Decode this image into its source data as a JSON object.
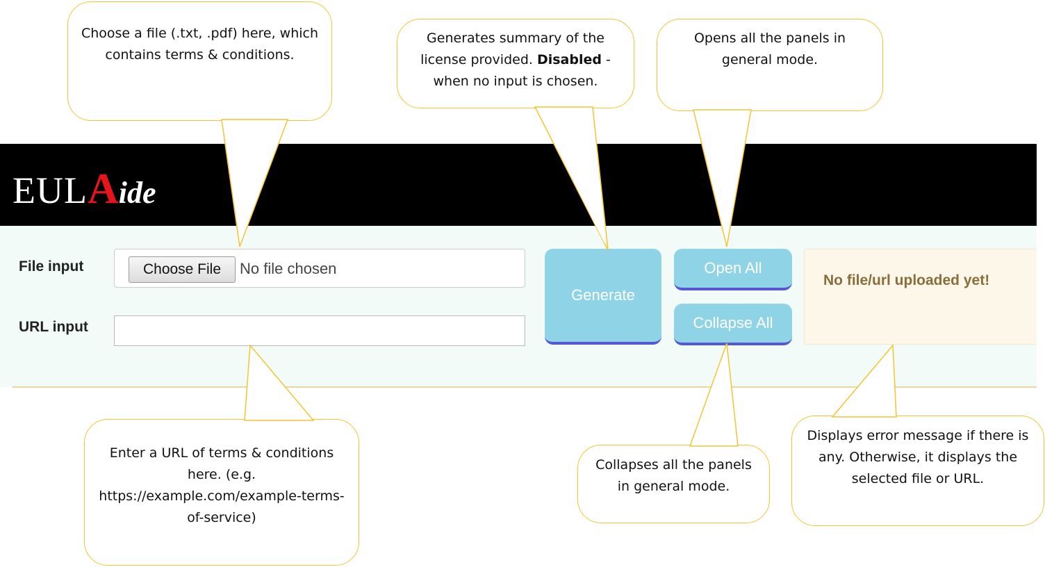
{
  "app": {
    "brand_main": "EUL",
    "brand_accent": "A",
    "brand_tail": "ide"
  },
  "form": {
    "file_label": "File input",
    "choose_button": "Choose File",
    "file_status": "No file chosen",
    "url_label": "URL input",
    "url_value": "",
    "url_placeholder": ""
  },
  "actions": {
    "generate": "Generate",
    "open_all": "Open All",
    "collapse_all": "Collapse All"
  },
  "status": {
    "message": "No file/url uploaded yet!"
  },
  "callouts": {
    "file": "Choose a file (.txt, .pdf) here, which contains terms & conditions.",
    "generate_before": "Generates summary of the license provided. ",
    "generate_bold": "Disabled",
    "generate_after": " - when no input is chosen.",
    "open": "Opens all the panels in general mode.",
    "url": "Enter a URL of terms & conditions here. (e.g. https://example.com/example-terms-of-service)",
    "collapse": "Collapses all the panels in general mode.",
    "status": "Displays error message if there is any. Otherwise, it displays the selected file or URL."
  },
  "colors": {
    "navbar": "#000000",
    "brand_accent": "#e8141b",
    "form_background": "#f2fbf8",
    "button_fill": "#8ed3e6",
    "button_border": "#5557d6",
    "status_background": "#fcf7e8",
    "status_text": "#8a6d3b",
    "callout_border": "#f4c430"
  }
}
